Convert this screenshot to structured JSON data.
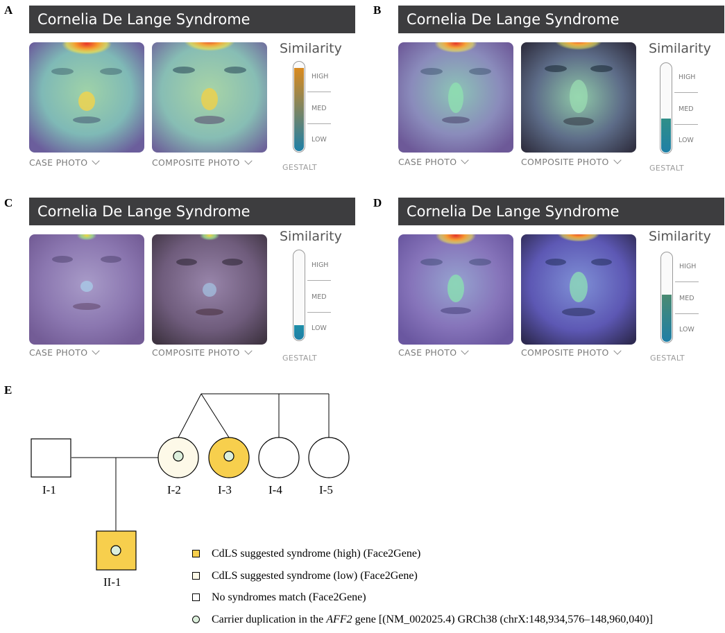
{
  "panels": [
    {
      "letter": "A",
      "title": "Cornelia De Lange Syndrome",
      "case_label": "CASE PHOTO",
      "composite_label": "COMPOSITE PHOTO",
      "similarity_title": "Similarity",
      "levels": [
        "HIGH",
        "MED",
        "LOW"
      ],
      "gestalt_label": "GESTALT",
      "similarity_level": 0.92,
      "fill_color": "#d98a1f"
    },
    {
      "letter": "B",
      "title": "Cornelia De Lange Syndrome",
      "case_label": "CASE PHOTO",
      "composite_label": "COMPOSITE PHOTO",
      "similarity_title": "Similarity",
      "levels": [
        "HIGH",
        "MED",
        "LOW"
      ],
      "gestalt_label": "GESTALT",
      "similarity_level": 0.38,
      "fill_color": "#2f8f88"
    },
    {
      "letter": "C",
      "title": "Cornelia De Lange Syndrome",
      "case_label": "CASE PHOTO",
      "composite_label": "COMPOSITE PHOTO",
      "similarity_title": "Similarity",
      "levels": [
        "HIGH",
        "MED",
        "LOW"
      ],
      "gestalt_label": "GESTALT",
      "similarity_level": 0.16,
      "fill_color": "#1f8fa8"
    },
    {
      "letter": "D",
      "title": "Cornelia De Lange Syndrome",
      "case_label": "CASE PHOTO",
      "composite_label": "COMPOSITE PHOTO",
      "similarity_title": "Similarity",
      "levels": [
        "HIGH",
        "MED",
        "LOW"
      ],
      "gestalt_label": "GESTALT",
      "similarity_level": 0.52,
      "fill_color": "#4a8a72"
    }
  ],
  "pedigree": {
    "letter": "E",
    "individuals": [
      {
        "id": "I-1",
        "shape": "square",
        "fill": "none",
        "carrier": false
      },
      {
        "id": "I-2",
        "shape": "circle",
        "fill": "low",
        "carrier": true
      },
      {
        "id": "I-3",
        "shape": "circle",
        "fill": "high",
        "carrier": true
      },
      {
        "id": "I-4",
        "shape": "circle",
        "fill": "none",
        "carrier": false
      },
      {
        "id": "I-5",
        "shape": "circle",
        "fill": "none",
        "carrier": false
      },
      {
        "id": "II-1",
        "shape": "square",
        "fill": "high",
        "carrier": true
      }
    ],
    "colors": {
      "high": "#f7cf4d",
      "low": "#fdf9e8",
      "carrier": "#dcefdc",
      "none": "#ffffff"
    }
  },
  "legend": [
    {
      "swatch": "high",
      "text": "CdLS suggested syndrome (high) (Face2Gene)"
    },
    {
      "swatch": "low",
      "text": "CdLS suggested syndrome (low) (Face2Gene)"
    },
    {
      "swatch": "none",
      "text": "No syndromes match (Face2Gene)"
    },
    {
      "swatch": "carrier",
      "text_before": "Carrier duplication in the ",
      "text_italic": "AFF2",
      "text_after": " gene [(NM_002025.4) GRCh38 (chrX:148,934,576–148,960,040)]"
    }
  ]
}
